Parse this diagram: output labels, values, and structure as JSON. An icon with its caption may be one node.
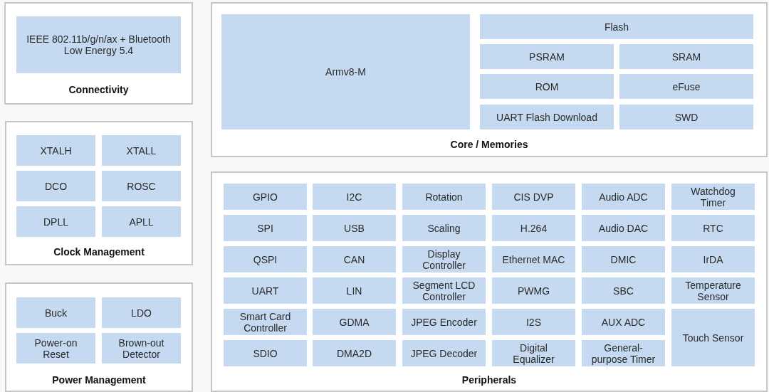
{
  "diagram": {
    "nodes": [
      {
        "text": [
          "Connectivity"
        ]
      },
      {
        "text": [
          "IEEE 802.11b/g/n/ax + Bluetooth Low Energy 5.4"
        ],
        "in": 0
      },
      {
        "text": [
          "Clock Management"
        ]
      },
      {
        "text": [
          "XTALH"
        ],
        "in": 2
      },
      {
        "text": [
          "XTALL"
        ],
        "in": 2
      },
      {
        "text": [
          "DCO"
        ],
        "in": 2
      },
      {
        "text": [
          "ROSC"
        ],
        "in": 2
      },
      {
        "text": [
          "DPLL"
        ],
        "in": 2
      },
      {
        "text": [
          "APLL"
        ],
        "in": 2
      },
      {
        "text": [
          "Power Management"
        ]
      },
      {
        "text": [
          "Buck"
        ],
        "in": 9
      },
      {
        "text": [
          "LDO"
        ],
        "in": 9
      },
      {
        "text": [
          "Power-on Reset"
        ],
        "in": 9
      },
      {
        "text": [
          "Brown-out Detector"
        ],
        "in": 9
      },
      {
        "text": [
          "Core / Memories"
        ]
      },
      {
        "text": [
          "Armv8-M"
        ],
        "in": 14
      },
      {
        "text": [
          "Flash"
        ],
        "in": 14
      },
      {
        "text": [
          "PSRAM"
        ],
        "in": 14
      },
      {
        "text": [
          "SRAM"
        ],
        "in": 14
      },
      {
        "text": [
          "ROM"
        ],
        "in": 14
      },
      {
        "text": [
          "eFuse"
        ],
        "in": 14
      },
      {
        "text": [
          "UART Flash Download"
        ],
        "in": 14
      },
      {
        "text": [
          "SWD"
        ],
        "in": 14
      },
      {
        "text": [
          "Peripherals"
        ]
      },
      {
        "text": [
          "GPIO"
        ],
        "in": 23
      },
      {
        "text": [
          "I2C"
        ],
        "in": 23
      },
      {
        "text": [
          "Rotation"
        ],
        "in": 23
      },
      {
        "text": [
          "CIS DVP"
        ],
        "in": 23
      },
      {
        "text": [
          "Audio ADC"
        ],
        "in": 23
      },
      {
        "text": [
          "Watchdog Timer"
        ],
        "in": 23
      },
      {
        "text": [
          "SPI"
        ],
        "in": 23
      },
      {
        "text": [
          "USB"
        ],
        "in": 23
      },
      {
        "text": [
          "Scaling"
        ],
        "in": 23
      },
      {
        "text": [
          "H.264"
        ],
        "in": 23
      },
      {
        "text": [
          "Audio DAC"
        ],
        "in": 23
      },
      {
        "text": [
          "RTC"
        ],
        "in": 23
      },
      {
        "text": [
          "QSPI"
        ],
        "in": 23
      },
      {
        "text": [
          "CAN"
        ],
        "in": 23
      },
      {
        "text": [
          "Display Controller"
        ],
        "in": 23
      },
      {
        "text": [
          "Ethernet MAC"
        ],
        "in": 23
      },
      {
        "text": [
          "DMIC"
        ],
        "in": 23
      },
      {
        "text": [
          "IrDA"
        ],
        "in": 23
      },
      {
        "text": [
          "UART"
        ],
        "in": 23
      },
      {
        "text": [
          "LIN"
        ],
        "in": 23
      },
      {
        "text": [
          "Segment LCD Controller"
        ],
        "in": 23
      },
      {
        "text": [
          "PWMG"
        ],
        "in": 23
      },
      {
        "text": [
          "SBC"
        ],
        "in": 23
      },
      {
        "text": [
          "Temperature Sensor"
        ],
        "in": 23
      },
      {
        "text": [
          "Smart Card Controller"
        ],
        "in": 23
      },
      {
        "text": [
          "GDMA"
        ],
        "in": 23
      },
      {
        "text": [
          "JPEG Encoder"
        ],
        "in": 23
      },
      {
        "text": [
          "I2S"
        ],
        "in": 23
      },
      {
        "text": [
          "AUX ADC"
        ],
        "in": 23
      },
      {
        "text": [
          "Touch Sensor"
        ],
        "in": 23
      },
      {
        "text": [
          "SDIO"
        ],
        "in": 23
      },
      {
        "text": [
          "DMA2D"
        ],
        "in": 23
      },
      {
        "text": [
          "JPEG Decoder"
        ],
        "in": 23
      },
      {
        "text": [
          "Digital Equalizer"
        ],
        "in": 23
      },
      {
        "text": [
          "General-purpose Timer"
        ],
        "in": 23
      }
    ]
  }
}
